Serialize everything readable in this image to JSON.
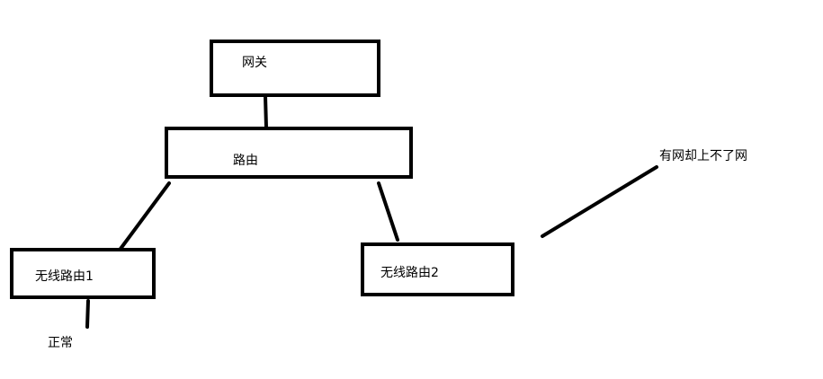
{
  "diagram": {
    "nodes": {
      "gateway": {
        "label": "网关"
      },
      "router": {
        "label": "路由"
      },
      "wireless_router_1": {
        "label": "无线路由1"
      },
      "wireless_router_2": {
        "label": "无线路由2"
      }
    },
    "annotations": {
      "normal": "正常",
      "problem": "有网却上不了网"
    },
    "line_color": "#000000",
    "box_border_color": "#000000",
    "background_color": "#ffffff"
  }
}
